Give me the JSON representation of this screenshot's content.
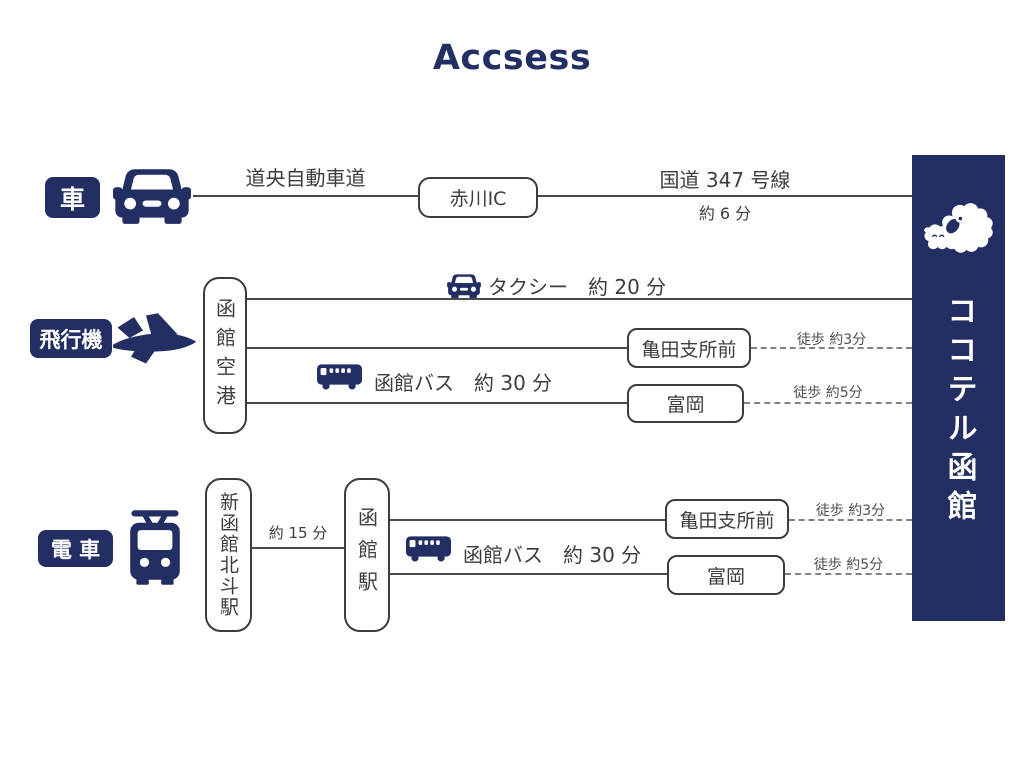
{
  "title": "Accsess",
  "destination": {
    "name": "ココテル函館"
  },
  "colors": {
    "navy": "#232F63",
    "line": "#4A4A4A",
    "border": "#3C3C3C",
    "text": "#3D3D3D",
    "dash": "#828282"
  },
  "routes": {
    "car": {
      "label": "車",
      "road1": "道央自動車道",
      "interchange": "赤川IC",
      "road2": "国道 347 号線",
      "road2_time": "約 6 分"
    },
    "plane": {
      "label": "飛行機",
      "origin": "函館空港",
      "taxi": "タクシー　約 20 分",
      "bus": "函館バス　約 30 分",
      "stop1": "亀田支所前",
      "walk1": "徒歩 約3分",
      "stop2": "富岡",
      "walk2": "徒歩 約5分"
    },
    "train": {
      "label": "電 車",
      "origin": "新函館北斗駅",
      "leg_time": "約 15 分",
      "transfer": "函館駅",
      "bus": "函館バス　約 30 分",
      "stop1": "亀田支所前",
      "walk1": "徒歩 約3分",
      "stop2": "富岡",
      "walk2": "徒歩 約5分"
    }
  }
}
